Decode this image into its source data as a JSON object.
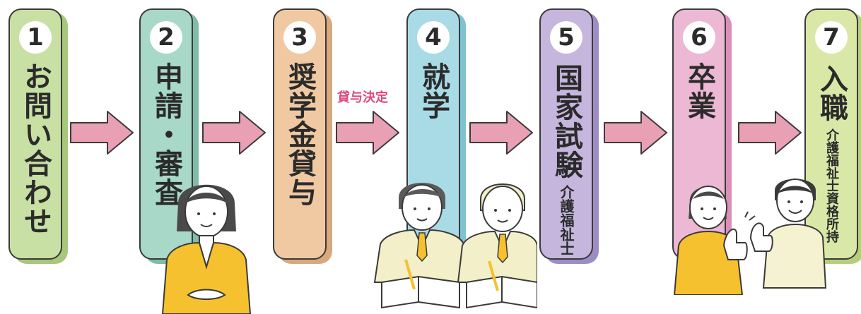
{
  "steps": [
    {
      "number": "1",
      "label": "お問い合わせ",
      "sub": ""
    },
    {
      "number": "2",
      "label": "申請・審査",
      "sub": ""
    },
    {
      "number": "3",
      "label": "奨学金貸与",
      "sub": ""
    },
    {
      "number": "4",
      "label": "就学",
      "sub": ""
    },
    {
      "number": "5",
      "label": "国家試験",
      "sub": "介護福祉士"
    },
    {
      "number": "6",
      "label": "卒業",
      "sub": ""
    },
    {
      "number": "7",
      "label": "入職",
      "sub": "介護福祉士資格所持"
    }
  ],
  "arrow_note": "貸与決定",
  "colors": {
    "step1": "#c9e0a4",
    "step2": "#a8d8c8",
    "step3": "#f0c9a2",
    "step4": "#a9dbe6",
    "step5": "#c4b6dc",
    "step6": "#ecb8d4",
    "step7": "#d9e8a6",
    "shadow1": "#a7c77b",
    "shadow2": "#7fbca9",
    "shadow3": "#d8a97d",
    "shadow4": "#7fc2d2",
    "shadow5": "#9e8dc2",
    "shadow6": "#d98fb8",
    "shadow7": "#b6cf7c",
    "arrow_fill": "#eaa0b4",
    "arrow_stroke": "#3a3a3a",
    "note_color": "#e0497a"
  },
  "icons": [
    "arrow-right-icon",
    "woman-in-suit-illustration",
    "students-studying-illustration",
    "thumbs-up-people-illustration"
  ]
}
